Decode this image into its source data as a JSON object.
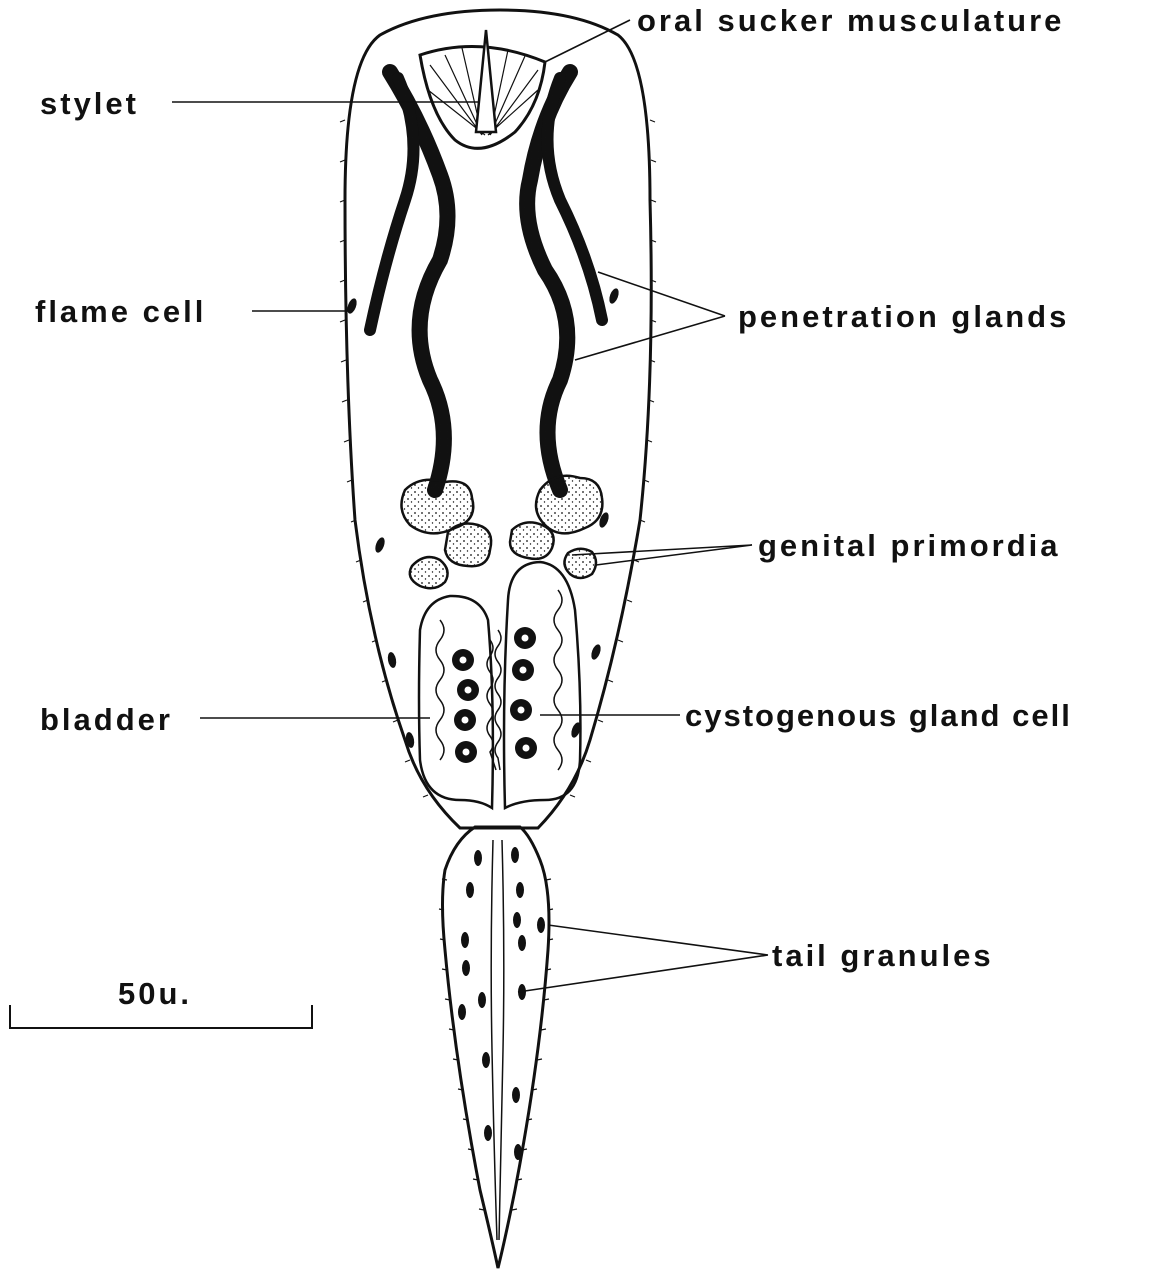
{
  "labels": {
    "oral_sucker": "oral sucker musculature",
    "stylet": "stylet",
    "flame_cell": "flame cell",
    "penetration_glands": "penetration glands",
    "genital_primordia": "genital primordia",
    "bladder": "bladder",
    "cystogenous": "cystogenous gland cell",
    "tail_granules": "tail granules",
    "scale": "50u."
  },
  "colors": {
    "ink": "#111111",
    "paper": "#ffffff"
  }
}
